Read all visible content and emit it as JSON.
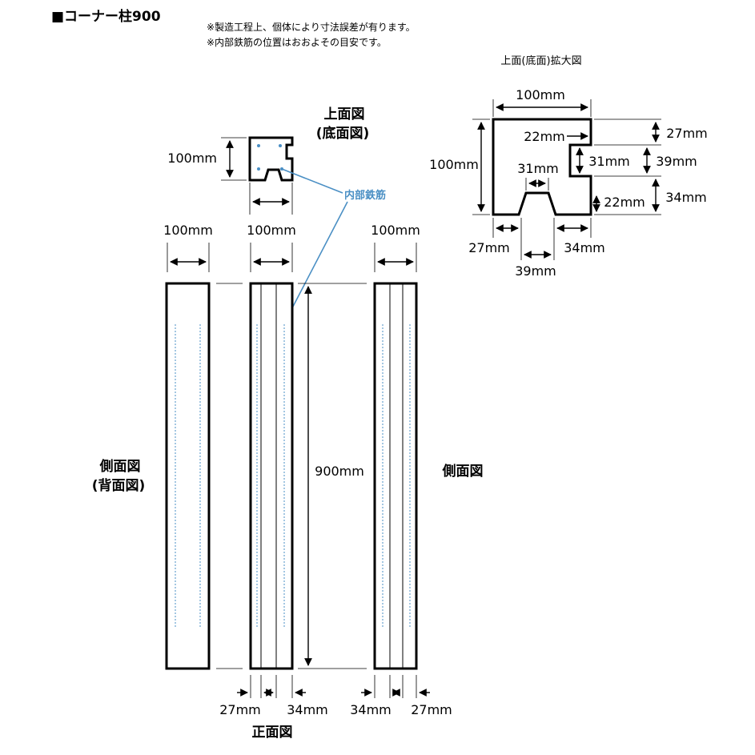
{
  "title": "■コーナー柱900",
  "notes": [
    "※製造工程上、個体により寸法誤差が有ります。",
    "※内部鉄筋の位置はおおよその目安です。"
  ],
  "views": {
    "top": [
      "上面図",
      "(底面図)"
    ],
    "side_back": [
      "側面図",
      "(背面図)"
    ],
    "side": "側面図",
    "front": "正面図",
    "enlarged": "上面(底面)拡大図"
  },
  "rebar_label": "内部鉄筋",
  "dims": {
    "top_height": "100mm",
    "top_width": "100mm",
    "back_width": "100mm",
    "front_width": "100mm",
    "side_width": "100mm",
    "length": "900mm",
    "front_left": "27mm",
    "front_right": "34mm",
    "side_left": "34mm",
    "side_right": "27mm",
    "enl_top_width": "100mm",
    "enl_left_height": "100mm",
    "enl_right_top": "27mm",
    "enl_notch_depth": "22mm",
    "enl_notch_width": "31mm",
    "enl_right_mid": "39mm",
    "enl_right_bottom": "34mm",
    "enl_bottom_notch_width": "31mm",
    "enl_bottom_notch_depth": "22mm",
    "enl_bottom_left": "27mm",
    "enl_bottom_mid": "39mm",
    "enl_bottom_right": "34mm"
  }
}
